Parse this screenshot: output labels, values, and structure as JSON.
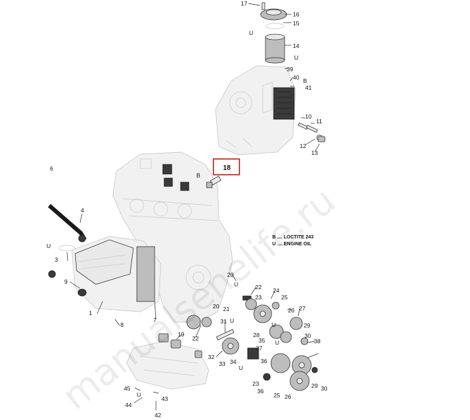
{
  "highlight_label": "18",
  "legend": [
    "B .... LOCTITE 243",
    "U .... ENGINE OIL"
  ],
  "watermark": "manualsenelife.ru",
  "callouts": {
    "c1": "1",
    "c3": "3",
    "c4": "4",
    "c6": "6",
    "c7": "7",
    "c8": "8",
    "c9": "9",
    "c10": "10",
    "c11": "11",
    "c12": "12",
    "c13": "13",
    "c14": "14",
    "c15": "15",
    "c16": "16",
    "c17": "17",
    "c19": "19",
    "c20a": "20",
    "c20b": "20",
    "c21": "21",
    "c22a": "22",
    "c22b": "22",
    "c23a": "23",
    "c23b": "23",
    "c24": "24",
    "c25a": "25",
    "c25b": "25",
    "c26a": "26",
    "c26b": "26",
    "c27": "27",
    "c28": "28",
    "c29a": "29",
    "c29b": "29",
    "c30a": "30",
    "c30b": "30",
    "c31": "31",
    "c32": "32",
    "c33": "33",
    "c34": "34",
    "c35": "35",
    "c36": "36",
    "c37": "37",
    "c38": "38",
    "c39": "39",
    "c40": "40",
    "c41": "41",
    "c42": "42",
    "c43": "43",
    "c44": "44",
    "c45": "45"
  },
  "symbols": {
    "s_u15": "U",
    "s_u14": "U",
    "s_b41": "B",
    "s_b18": "B",
    "s_u3": "U",
    "s_u20": "U",
    "s_u21": "U",
    "s_u30": "U",
    "s_u25": "U",
    "s_u33": "U",
    "s_u44": "U"
  }
}
